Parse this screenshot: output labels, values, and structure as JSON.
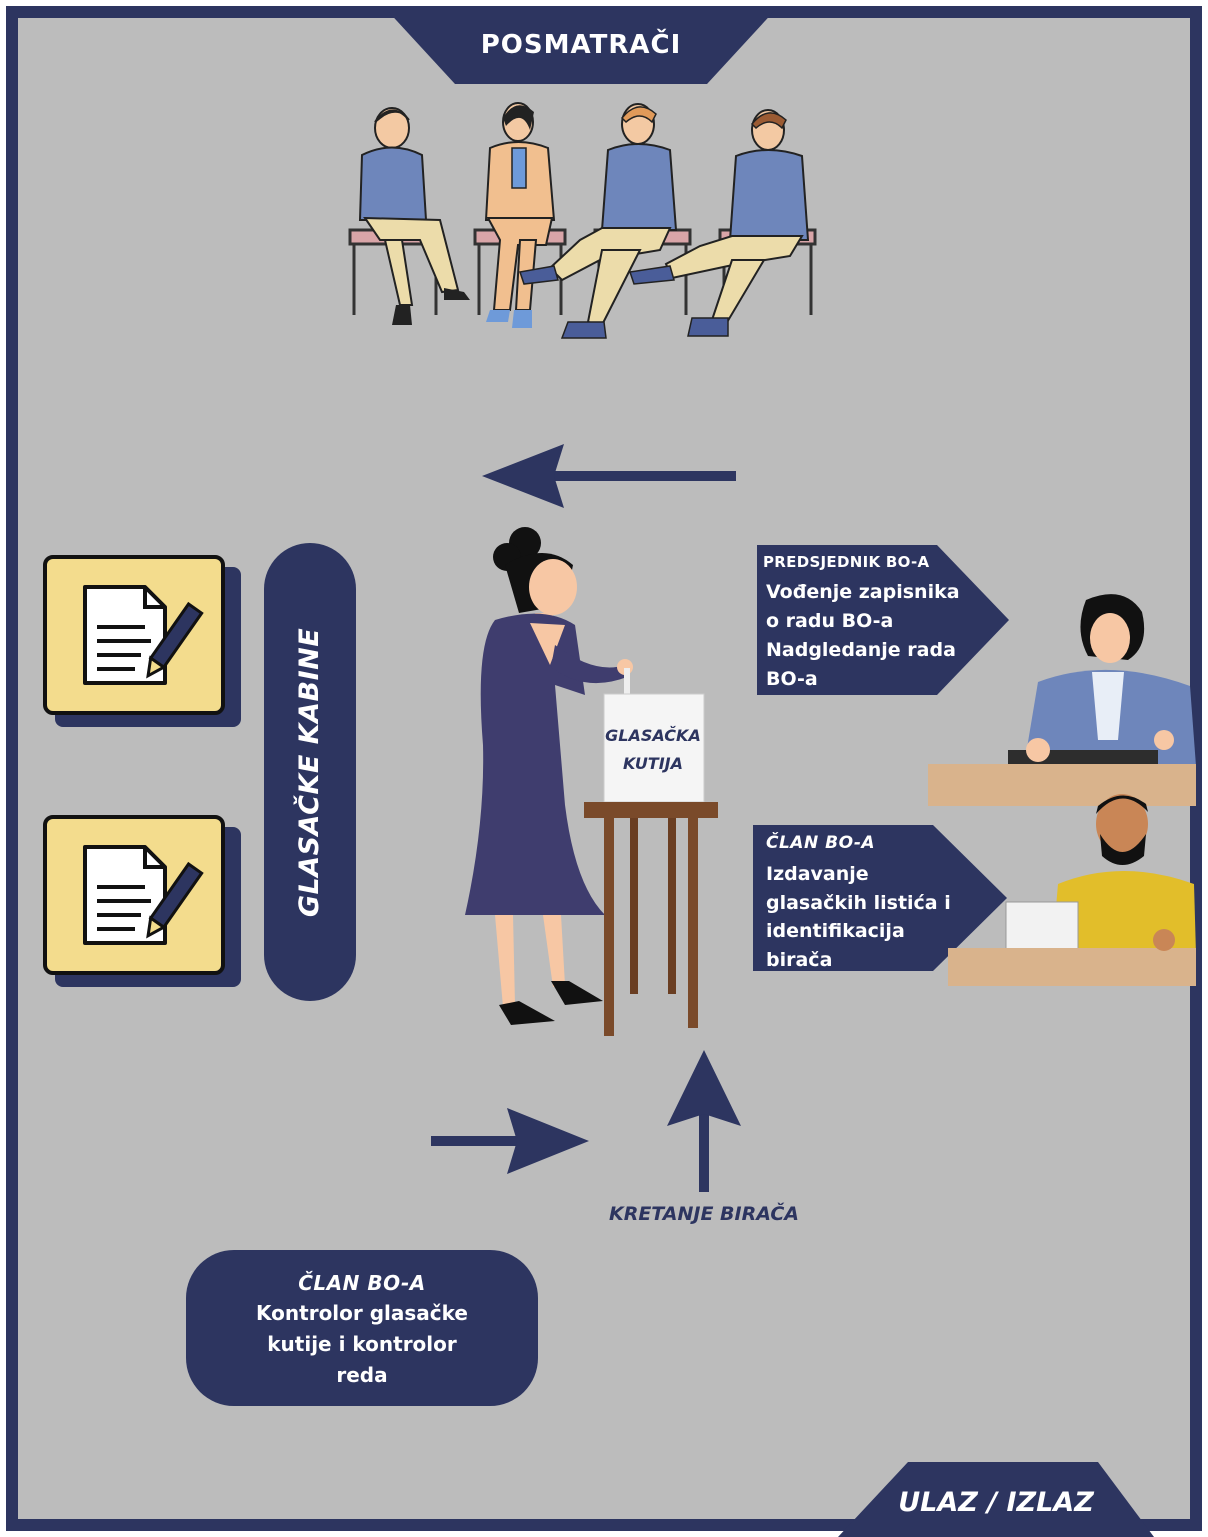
{
  "top_tab": {
    "label": "POSMATRAČI"
  },
  "bottom_tab": {
    "label": "ULAZ / IZLAZ"
  },
  "booths_pill": {
    "label": "GLASAČKE KABINE"
  },
  "ballot_box": {
    "label": "GLASAČKA\nKUTIJA"
  },
  "president_callout": {
    "heading": "PREDSJEDNIK BO-A",
    "body": "Vođenje zapisnika\no radu BO-a\nNadgledanje rada\nBO-a"
  },
  "member_callout": {
    "heading": "ČLAN BO-A",
    "body": "Izdavanje\nglasačkih listića i\nidentifikacija\nbirača"
  },
  "controller_pill": {
    "heading": "ČLAN BO-A",
    "body": "Kontrolor glasačke\nkutije i kontrolor\nreda"
  },
  "flow_label": "KRETANJE BIRAČA",
  "colors": {
    "navy": "#2d3560",
    "background": "#bcbcbc",
    "booth_yellow": "#f3dc8d",
    "table_tan": "#d9b38c",
    "stand_brown": "#7a4a2a"
  },
  "icons": [
    "document-pen-icon",
    "arrow-left-icon",
    "arrow-right-icon",
    "arrow-up-icon"
  ]
}
